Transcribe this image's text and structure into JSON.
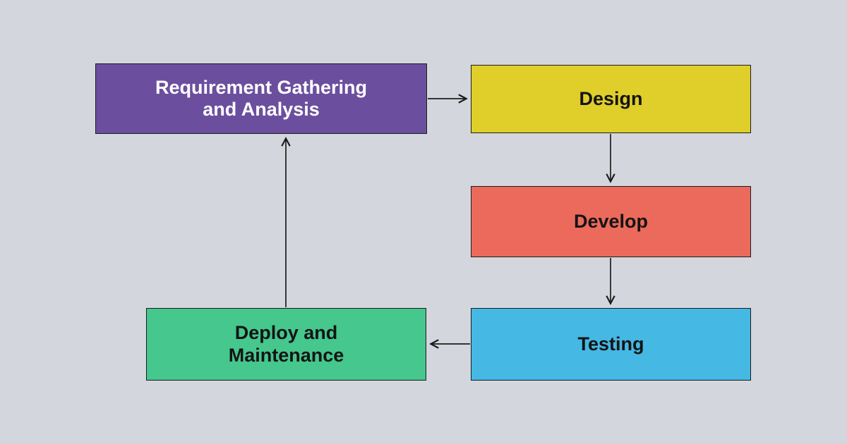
{
  "diagram": {
    "background": "#d3d7dd",
    "line_color": "#1c1c1c",
    "nodes": [
      {
        "id": "requirements",
        "label": "Requirement Gathering and Analysis",
        "color": "#6b4f9e",
        "text_color": "#ffffff"
      },
      {
        "id": "design",
        "label": "Design",
        "color": "#e0ce2b",
        "text_color": "#141414"
      },
      {
        "id": "develop",
        "label": "Develop",
        "color": "#ec6a5c",
        "text_color": "#141414"
      },
      {
        "id": "testing",
        "label": "Testing",
        "color": "#45b8e4",
        "text_color": "#141414"
      },
      {
        "id": "deploy",
        "label": "Deploy and Maintenance",
        "color": "#45c78e",
        "text_color": "#141414"
      }
    ],
    "edges": [
      {
        "from": "requirements",
        "to": "design"
      },
      {
        "from": "design",
        "to": "develop"
      },
      {
        "from": "develop",
        "to": "testing"
      },
      {
        "from": "testing",
        "to": "deploy"
      },
      {
        "from": "deploy",
        "to": "requirements"
      }
    ]
  }
}
